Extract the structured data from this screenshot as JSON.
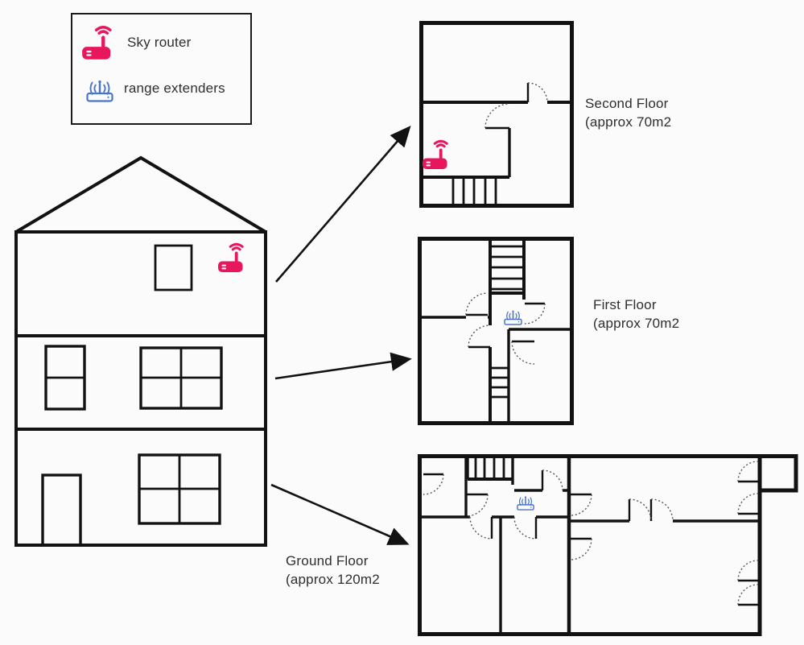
{
  "colors": {
    "page_bg": "#fafbfa",
    "wall": "#121212",
    "arc": "#555555",
    "text": "#2e2e2e",
    "legend_border": "#1a1a1a",
    "router_pink": "#e8175d",
    "extender_blue": "#4a74c9"
  },
  "legend": {
    "items": [
      {
        "icon": "sky-router-icon",
        "label": "Sky router"
      },
      {
        "icon": "range-extender-icon",
        "label": "range extenders"
      }
    ]
  },
  "house": {
    "description": "three-storey house elevation with pitched roof, windows, door and Sky router on top floor"
  },
  "floors": [
    {
      "id": "second",
      "name": "Second Floor",
      "area": "(approx 70m2",
      "device": "Sky router"
    },
    {
      "id": "first",
      "name": "First Floor",
      "area": "(approx 70m2",
      "device": "range extender"
    },
    {
      "id": "ground",
      "name": "Ground Floor",
      "area": "(approx 120m2",
      "device": "range extender"
    }
  ]
}
